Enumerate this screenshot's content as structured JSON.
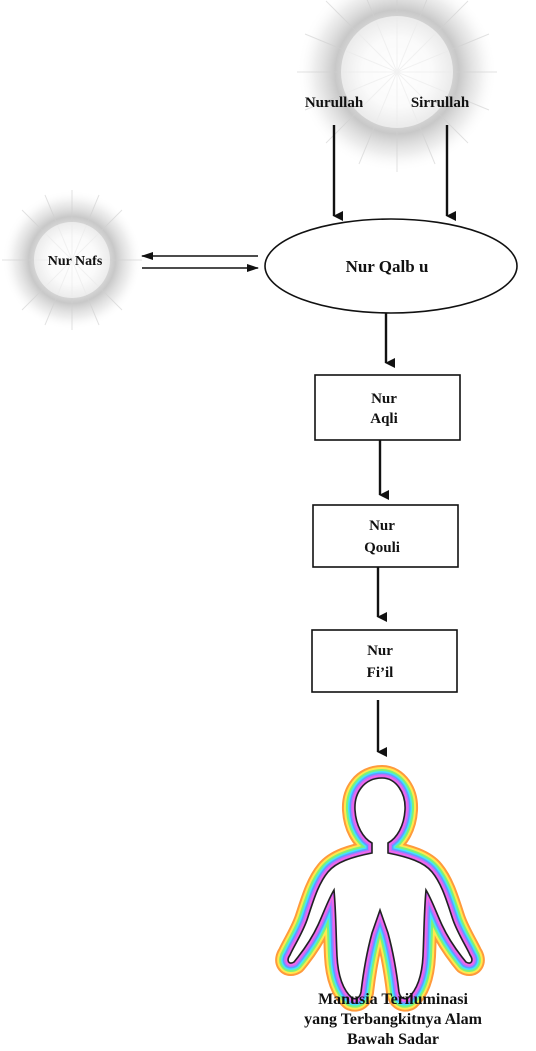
{
  "nodes": {
    "nurullah": "Nurullah",
    "sirrullah": "Sirrullah",
    "nur_nafs": "Nur Nafs",
    "nur_qalbu": "Nur Qalb u",
    "nur_aqli": [
      "Nur",
      "Aqli"
    ],
    "nur_qouli": [
      "Nur",
      "Qouli"
    ],
    "nur_fiil": [
      "Nur",
      "Fi’il"
    ]
  },
  "caption": [
    "Manusia Teriluminasi",
    "yang Terbangkitnya Alam",
    "Bawah Sadar"
  ],
  "colors": {
    "aura": [
      "#ff9a3c",
      "#ffe94d",
      "#7cf27a",
      "#42e3ff",
      "#5aa0ff",
      "#c26bff",
      "#ff6fd8",
      "#d05aff"
    ],
    "glow": "#b0b0b0"
  }
}
